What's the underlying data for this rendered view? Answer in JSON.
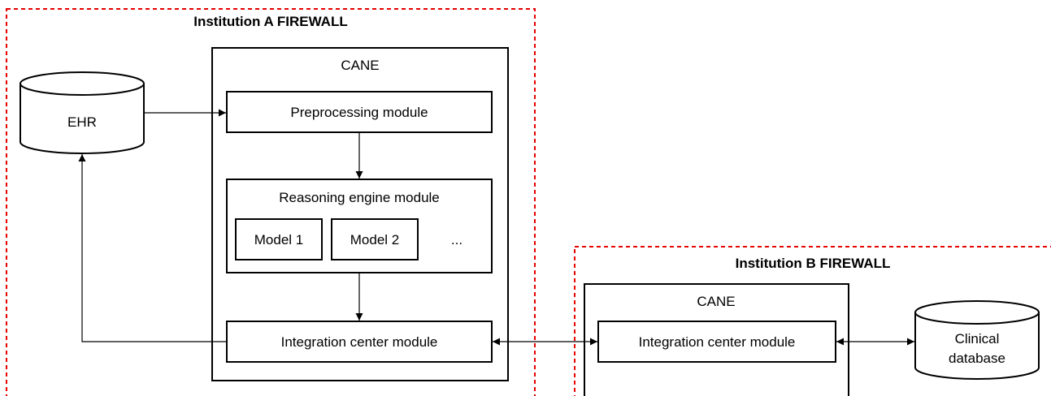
{
  "institution_a": {
    "firewall_label": "Institution A FIREWALL",
    "cane_label": "CANE",
    "ehr_label": "EHR",
    "preprocessing_label": "Preprocessing module",
    "reasoning_label": "Reasoning engine module",
    "model1_label": "Model 1",
    "model2_label": "Model 2",
    "ellipsis_label": "...",
    "integration_label": "Integration center module"
  },
  "institution_b": {
    "firewall_label": "Institution B FIREWALL",
    "cane_label": "CANE",
    "integration_label": "Integration center module",
    "clinical_db_line1": "Clinical",
    "clinical_db_line2": "database"
  },
  "colors": {
    "firewall": "#e60000",
    "stroke": "#000000",
    "background": "#ffffff"
  }
}
